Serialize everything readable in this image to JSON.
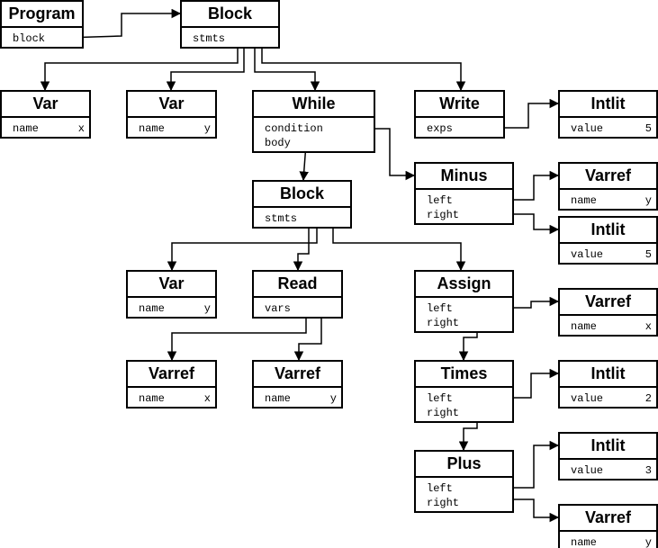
{
  "nodes": [
    {
      "id": "program",
      "title": "Program",
      "fields": [
        {
          "name": "block",
          "value": ""
        }
      ]
    },
    {
      "id": "block1",
      "title": "Block",
      "fields": [
        {
          "name": "stmts",
          "value": ""
        }
      ]
    },
    {
      "id": "var_x",
      "title": "Var",
      "fields": [
        {
          "name": "name",
          "value": "x"
        }
      ]
    },
    {
      "id": "var_y1",
      "title": "Var",
      "fields": [
        {
          "name": "name",
          "value": "y"
        }
      ]
    },
    {
      "id": "while",
      "title": "While",
      "fields": [
        {
          "name": "condition",
          "value": ""
        },
        {
          "name": "body",
          "value": ""
        }
      ]
    },
    {
      "id": "write",
      "title": "Write",
      "fields": [
        {
          "name": "exps",
          "value": ""
        }
      ]
    },
    {
      "id": "intlit_5a",
      "title": "Intlit",
      "fields": [
        {
          "name": "value",
          "value": "5"
        }
      ]
    },
    {
      "id": "minus",
      "title": "Minus",
      "fields": [
        {
          "name": "left",
          "value": ""
        },
        {
          "name": "right",
          "value": ""
        }
      ]
    },
    {
      "id": "varref_y1",
      "title": "Varref",
      "fields": [
        {
          "name": "name",
          "value": "y"
        }
      ]
    },
    {
      "id": "intlit_5b",
      "title": "Intlit",
      "fields": [
        {
          "name": "value",
          "value": "5"
        }
      ]
    },
    {
      "id": "block2",
      "title": "Block",
      "fields": [
        {
          "name": "stmts",
          "value": ""
        }
      ]
    },
    {
      "id": "var_y2",
      "title": "Var",
      "fields": [
        {
          "name": "name",
          "value": "y"
        }
      ]
    },
    {
      "id": "read",
      "title": "Read",
      "fields": [
        {
          "name": "vars",
          "value": ""
        }
      ]
    },
    {
      "id": "assign",
      "title": "Assign",
      "fields": [
        {
          "name": "left",
          "value": ""
        },
        {
          "name": "right",
          "value": ""
        }
      ]
    },
    {
      "id": "varref_x1",
      "title": "Varref",
      "fields": [
        {
          "name": "name",
          "value": "x"
        }
      ]
    },
    {
      "id": "varref_x2",
      "title": "Varref",
      "fields": [
        {
          "name": "name",
          "value": "x"
        }
      ]
    },
    {
      "id": "varref_y2",
      "title": "Varref",
      "fields": [
        {
          "name": "name",
          "value": "y"
        }
      ]
    },
    {
      "id": "times",
      "title": "Times",
      "fields": [
        {
          "name": "left",
          "value": ""
        },
        {
          "name": "right",
          "value": ""
        }
      ]
    },
    {
      "id": "intlit_2",
      "title": "Intlit",
      "fields": [
        {
          "name": "value",
          "value": "2"
        }
      ]
    },
    {
      "id": "plus",
      "title": "Plus",
      "fields": [
        {
          "name": "left",
          "value": ""
        },
        {
          "name": "right",
          "value": ""
        }
      ]
    },
    {
      "id": "intlit_3",
      "title": "Intlit",
      "fields": [
        {
          "name": "value",
          "value": "3"
        }
      ]
    },
    {
      "id": "varref_y3",
      "title": "Varref",
      "fields": [
        {
          "name": "name",
          "value": "y"
        }
      ]
    }
  ],
  "edges": [
    {
      "from": "program.block",
      "to": "block1"
    },
    {
      "from": "block1.stmts",
      "to": "var_x"
    },
    {
      "from": "block1.stmts",
      "to": "var_y1"
    },
    {
      "from": "block1.stmts",
      "to": "while"
    },
    {
      "from": "block1.stmts",
      "to": "write"
    },
    {
      "from": "write.exps",
      "to": "intlit_5a"
    },
    {
      "from": "while.condition",
      "to": "minus"
    },
    {
      "from": "while.body",
      "to": "block2"
    },
    {
      "from": "minus.left",
      "to": "varref_y1"
    },
    {
      "from": "minus.right",
      "to": "intlit_5b"
    },
    {
      "from": "block2.stmts",
      "to": "var_y2"
    },
    {
      "from": "block2.stmts",
      "to": "read"
    },
    {
      "from": "block2.stmts",
      "to": "assign"
    },
    {
      "from": "read.vars",
      "to": "varref_x2"
    },
    {
      "from": "read.vars",
      "to": "varref_y2"
    },
    {
      "from": "assign.left",
      "to": "varref_x1"
    },
    {
      "from": "assign.right",
      "to": "times"
    },
    {
      "from": "times.left",
      "to": "intlit_2"
    },
    {
      "from": "times.right",
      "to": "plus"
    },
    {
      "from": "plus.left",
      "to": "intlit_3"
    },
    {
      "from": "plus.right",
      "to": "varref_y3"
    }
  ]
}
